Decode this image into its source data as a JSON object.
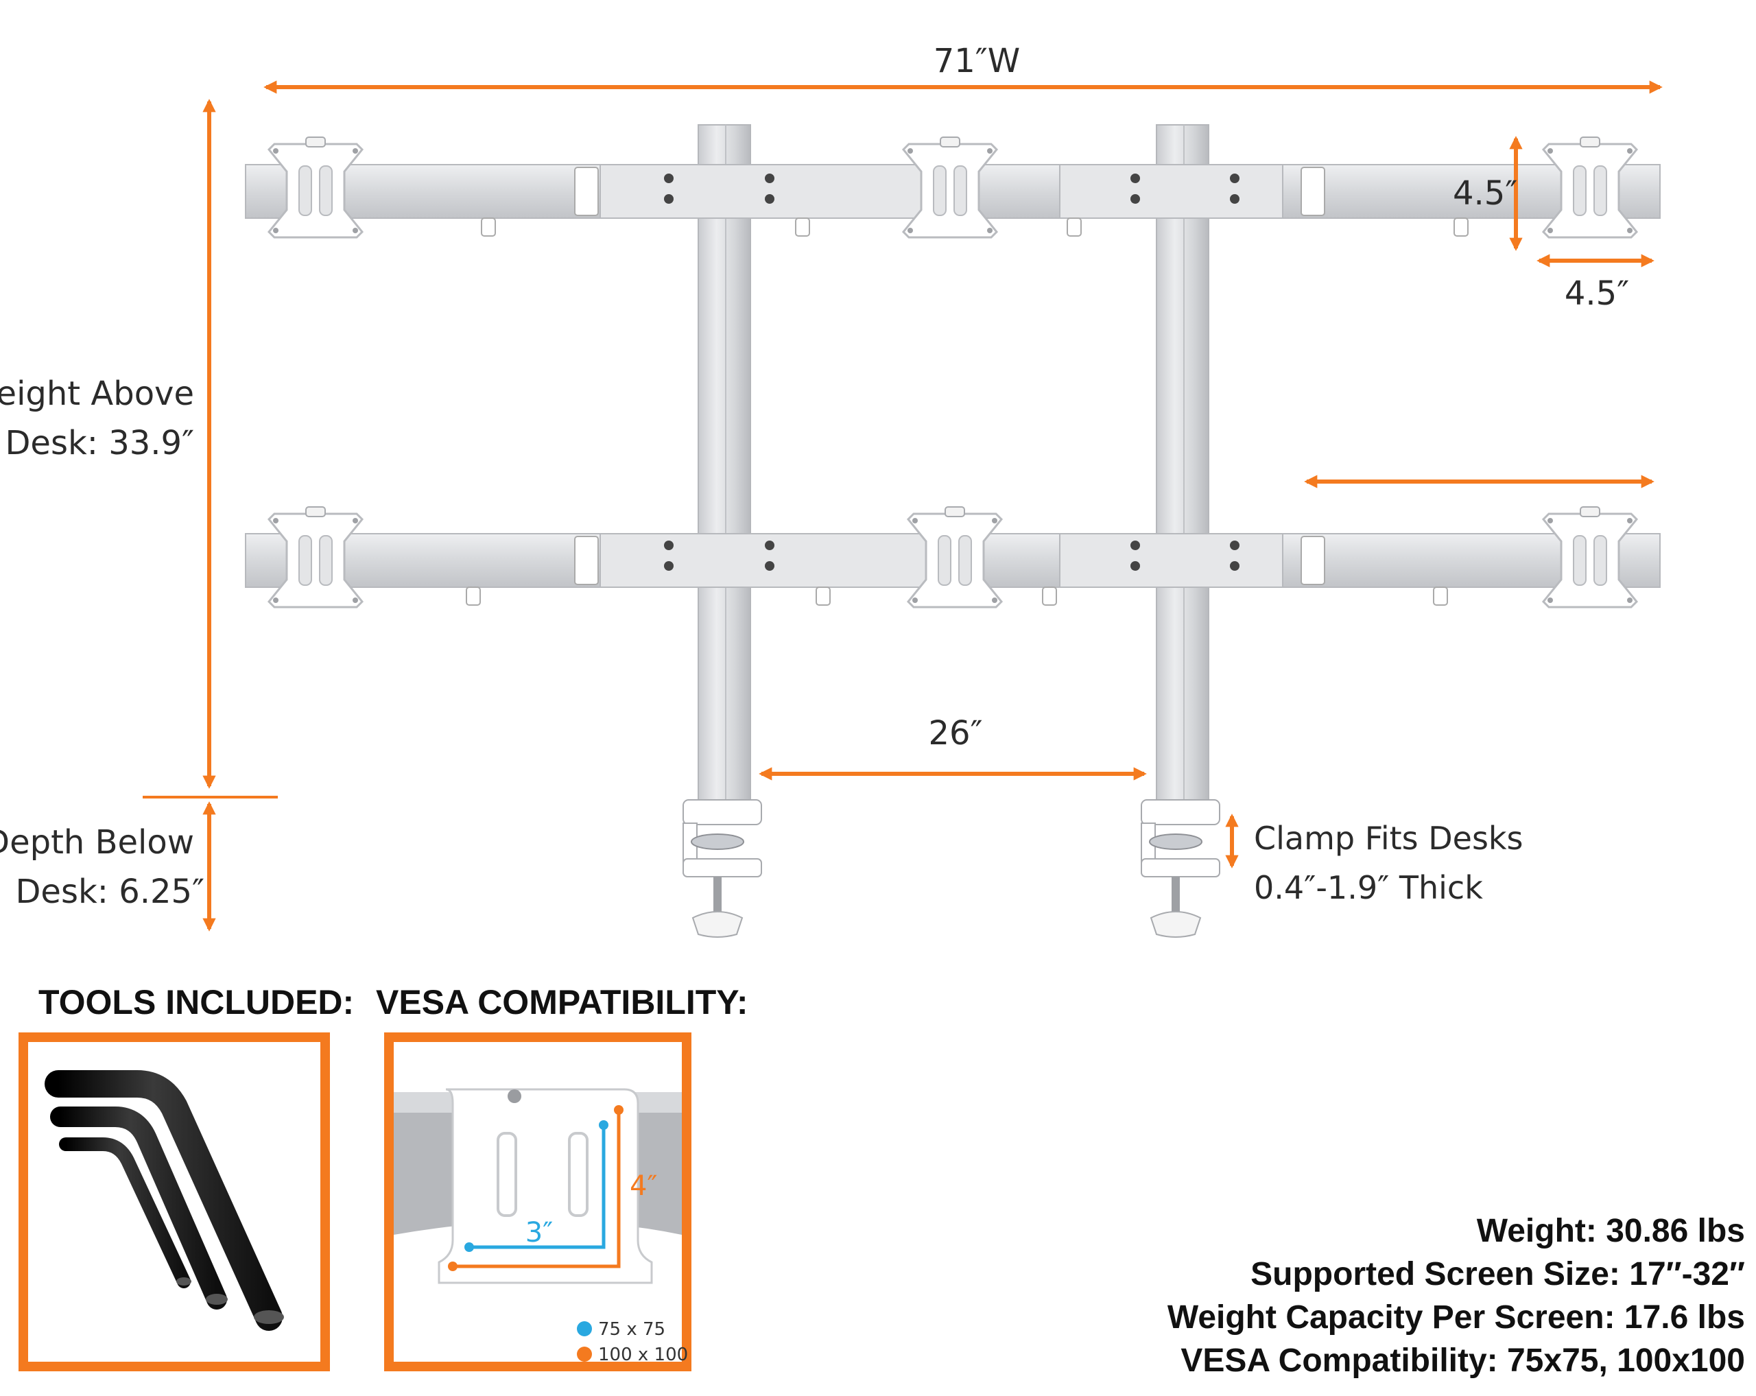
{
  "colors": {
    "accent": "#F47A1F",
    "vesa_small": "#29A8E0",
    "rail": "#D9DADD",
    "rail_shade": "#B9BBBF",
    "plate": "#FFFFFF",
    "tool": "#1A1A1A"
  },
  "dimensions": {
    "width_label": "71″W",
    "height_label_line1": "Height Above",
    "height_label_line2": "Desk: 33.9″",
    "depth_label_line1": "Depth Below",
    "depth_label_line2": "Desk: 6.25″",
    "pole_spacing_label": "26″",
    "plate_height_label": "4.5″",
    "plate_width_label": "4.5″",
    "clamp_label_line1": "Clamp Fits Desks",
    "clamp_label_line2": "0.4″-1.9″ Thick"
  },
  "tools": {
    "heading": "TOOLS INCLUDED:",
    "icon": "hex-key-set-icon"
  },
  "vesa": {
    "heading": "VESA COMPATIBILITY:",
    "label_large": "4″",
    "label_small": "3″",
    "legend": [
      {
        "label": "75 x 75",
        "color": "#29A8E0"
      },
      {
        "label": "100 x 100",
        "color": "#F47A1F"
      }
    ]
  },
  "specs": [
    "Weight: 30.86 lbs",
    "Supported Screen Size: 17″-32″",
    "Weight Capacity Per Screen: 17.6 lbs",
    "VESA Compatibility: 75x75, 100x100"
  ]
}
